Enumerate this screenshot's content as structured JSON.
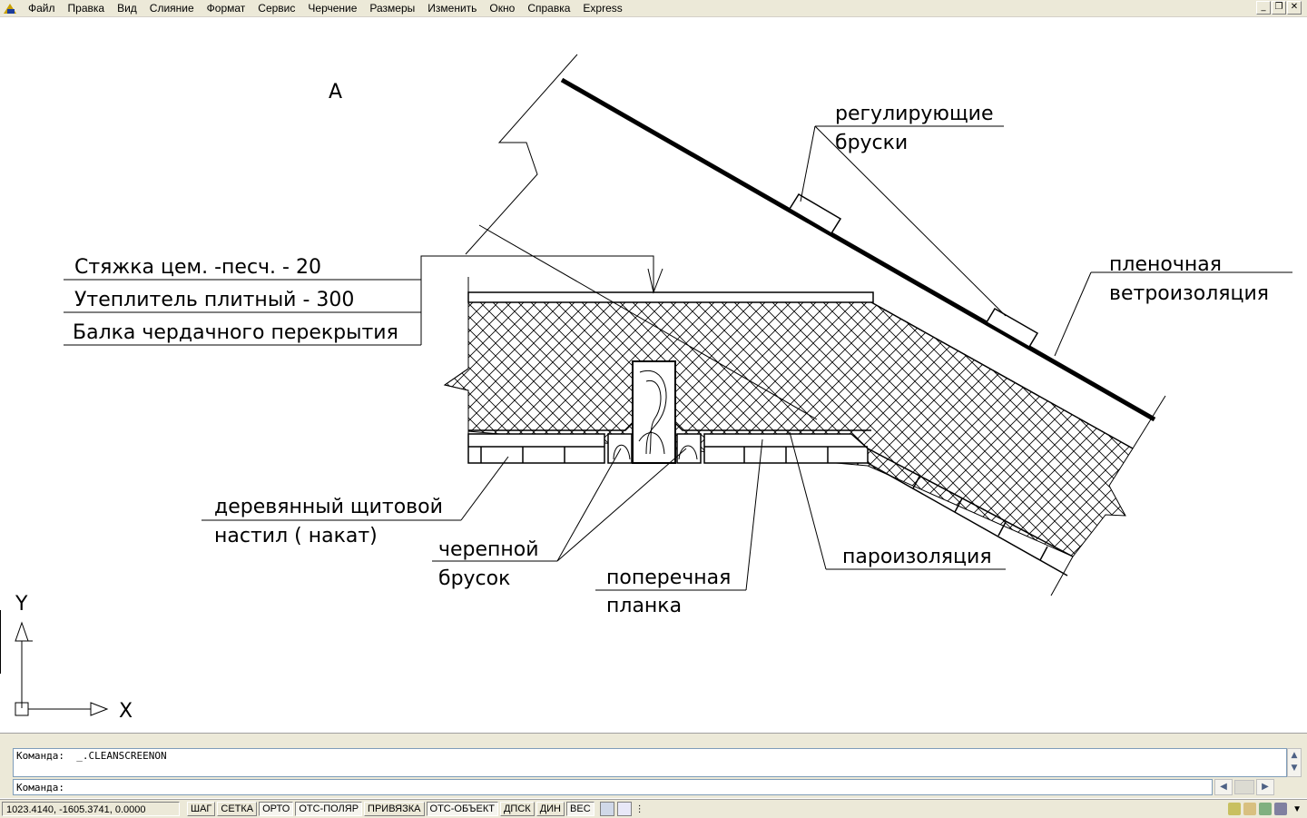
{
  "menu": [
    "Файл",
    "Правка",
    "Вид",
    "Слияние",
    "Формат",
    "Сервис",
    "Черчение",
    "Размеры",
    "Изменить",
    "Окно",
    "Справка",
    "Express"
  ],
  "window_controls": {
    "minimize": "_",
    "restore": "❐",
    "close": "✕"
  },
  "drawing": {
    "section_letter": "A",
    "labels": {
      "screed": "Стяжка цем. -песч. - 20",
      "insulation": "Утеплитель плитный - 300",
      "beam": "Балка чердачного перекрытия",
      "adjusting_1": "регулирующие",
      "adjusting_2": "бруски",
      "membrane_1": "пленочная",
      "membrane_2": "ветроизоляция",
      "deck_1": "деревянный щитовой",
      "deck_2": "настил   ( накат)",
      "cranial_1": "черепной",
      "cranial_2": "брусок",
      "cross_1": "поперечная",
      "cross_2": "планка",
      "vapor": "пароизоляция"
    },
    "ucs": {
      "x_axis": "X",
      "y_axis": "Y"
    }
  },
  "command": {
    "history": "Команда:  _.CLEANSCREENON",
    "prompt": "Команда:"
  },
  "status": {
    "coords": "1023.4140, -1605.3741, 0.0000",
    "buttons": [
      {
        "label": "ШАГ",
        "on": false
      },
      {
        "label": "СЕТКА",
        "on": false
      },
      {
        "label": "ОРТО",
        "on": true
      },
      {
        "label": "ОТС-ПОЛЯР",
        "on": true
      },
      {
        "label": "ПРИВЯЗКА",
        "on": false
      },
      {
        "label": "ОТС-ОБЪЕКТ",
        "on": true
      },
      {
        "label": "ДПСК",
        "on": false
      },
      {
        "label": "ДИН",
        "on": false
      },
      {
        "label": "ВЕС",
        "on": true
      }
    ]
  }
}
